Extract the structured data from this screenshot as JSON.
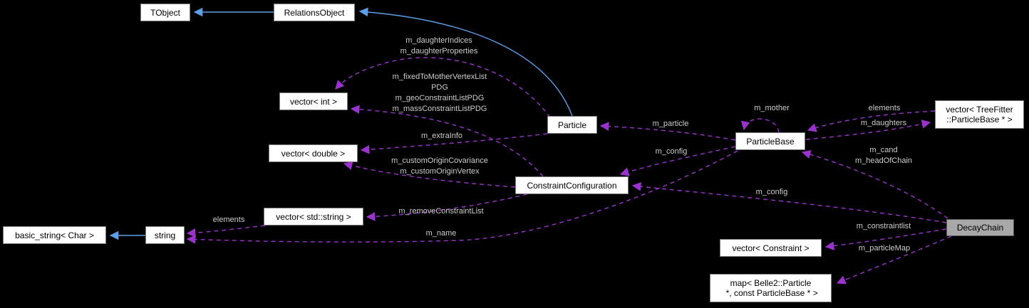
{
  "diagram": {
    "kind": "collaboration-graph",
    "focus_class": "DecayChain"
  },
  "colors": {
    "background": "#000000",
    "node_fill": "#ffffff",
    "node_border": "#7a7a7a",
    "node_text": "#000000",
    "selected_fill": "#a8a8a8",
    "selected_border": "#565656",
    "edge_usage": "#9a32cd",
    "edge_inherit": "#5c9fe8",
    "edge_label": "#cdcdcd"
  },
  "nodes": {
    "tobject": {
      "label": "TObject"
    },
    "relationsobject": {
      "label": "RelationsObject"
    },
    "vector_int": {
      "label": "vector< int >"
    },
    "particle": {
      "label": "Particle"
    },
    "vector_double": {
      "label": "vector< double >"
    },
    "constraint_configuration": {
      "label": "ConstraintConfiguration"
    },
    "vector_std_string": {
      "label": "vector< std::string >"
    },
    "basic_string": {
      "label": "basic_string< Char >"
    },
    "string": {
      "label": "string"
    },
    "particlebase": {
      "label": "ParticleBase"
    },
    "vector_treefitter_particlebase": {
      "label": "vector< TreeFitter\n::ParticleBase * >"
    },
    "decaychain": {
      "label": "DecayChain"
    },
    "vector_constraint": {
      "label": "vector< Constraint >"
    },
    "map_belle2_particle": {
      "label": "map< Belle2::Particle\n *, const ParticleBase * >"
    }
  },
  "edge_labels": {
    "daughter_indices": "m_daughterIndices\nm_daughterProperties",
    "pdg_lists": "m_fixedToMotherVertexList\nPDG\nm_geoConstraintListPDG\nm_massConstraintListPDG",
    "extra_info": "m_extraInfo",
    "custom_origin": "m_customOriginCovariance\nm_customOriginVertex",
    "elements_left": "elements",
    "remove_constraint_list": "m_removeConstraintList",
    "name": "m_name",
    "particle": "m_particle",
    "config_left": "m_config",
    "mother": "m_mother",
    "elements_right": "elements",
    "daughters": "m_daughters",
    "cand_head": "m_cand\nm_headOfChain",
    "config_right": "m_config",
    "constraintlist": "m_constraintlist",
    "particle_map": "m_particleMap"
  }
}
